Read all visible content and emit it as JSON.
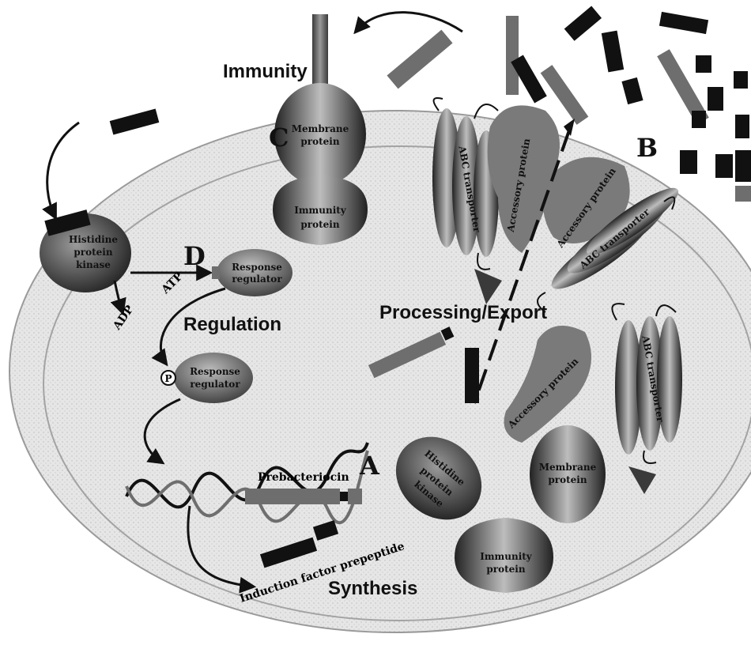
{
  "labels": {
    "immunity": "Immunity",
    "regulation": "Regulation",
    "processing_export": "Processing/Export",
    "synthesis": "Synthesis",
    "letter_a": "A",
    "letter_b": "B",
    "letter_c": "C",
    "letter_d": "D"
  },
  "molecules": {
    "hpk_top": [
      "Histidine",
      "protein",
      "kinase"
    ],
    "rr_top": [
      "Response",
      "regulator"
    ],
    "rr_bottom": [
      "Response",
      "regulator"
    ],
    "phospho": "P",
    "atp": "ATP",
    "adp": "ADP",
    "membrane_protein_top": [
      "Membrane",
      "protein"
    ],
    "immunity_protein_top": [
      "Immunity",
      "protein"
    ],
    "abc_transporter_1": "ABC transporter",
    "accessory_protein_1": "Accessory protein",
    "accessory_protein_2": "Accessory protein",
    "abc_transporter_2": "ABC transporter",
    "accessory_protein_3": "Accessory protein",
    "abc_transporter_3": "ABC transporter",
    "hpk_bottom": [
      "Histidine",
      "protein",
      "kinase"
    ],
    "membrane_protein_bottom": [
      "Membrane",
      "protein"
    ],
    "immunity_protein_bottom": [
      "Immunity",
      "protein"
    ],
    "prebacteriocin": "Prebacteriocin",
    "induction_factor": "Induction factor prepeptide"
  },
  "colors": {
    "black": "#111111",
    "dark_gray": "#3a3a3a",
    "mid_gray": "#6e6e6e",
    "light_gray": "#a8a8a8",
    "cell_fill": "#e9e9e9"
  }
}
